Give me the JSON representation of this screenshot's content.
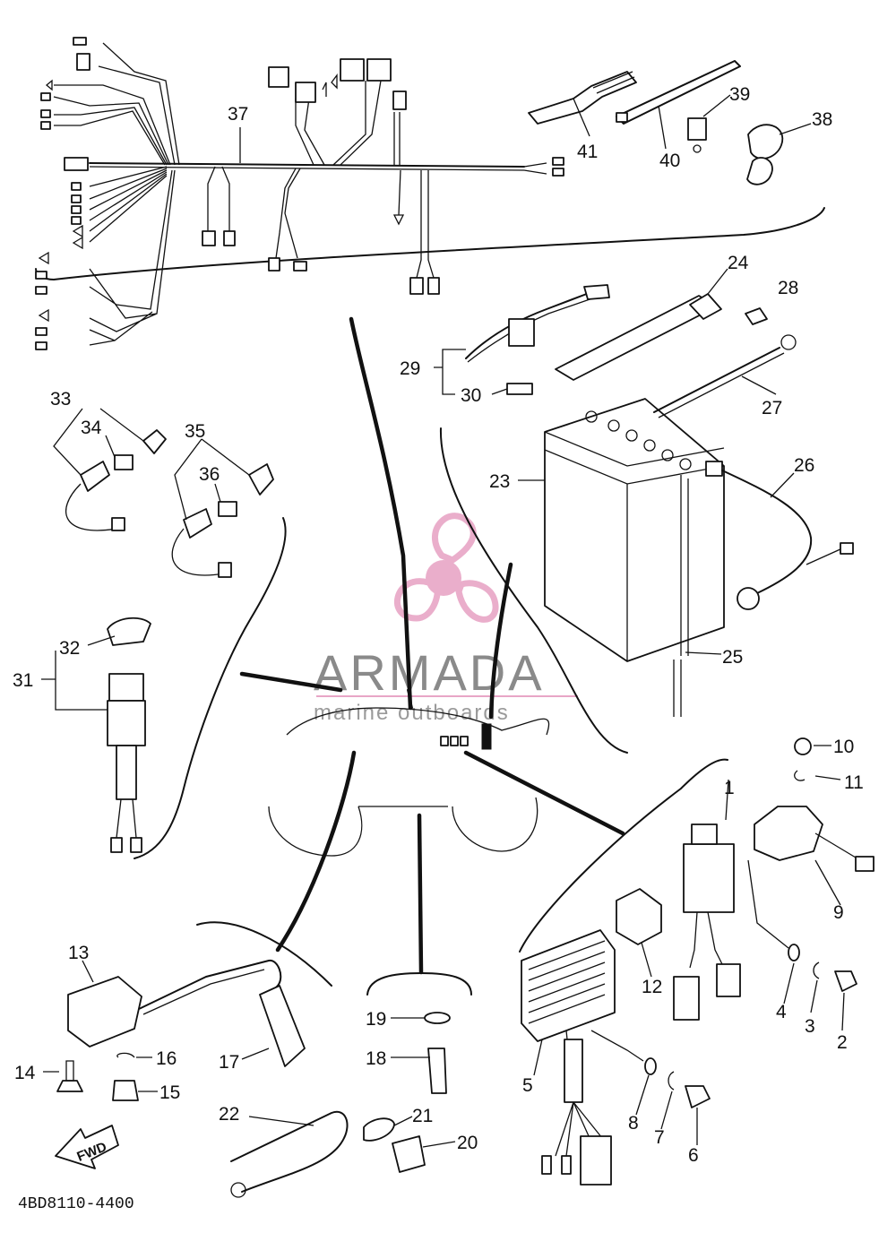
{
  "diagram": {
    "part_code": "4BD8110-4400",
    "forward_label": "FWD",
    "watermark": {
      "brand": "ARMADA",
      "tagline": "marine outboards",
      "brand_color": "#8a8a8a",
      "logo_color": "#e8a6c6"
    },
    "callouts": [
      "1",
      "2",
      "3",
      "4",
      "5",
      "6",
      "7",
      "8",
      "9",
      "10",
      "11",
      "12",
      "13",
      "14",
      "15",
      "16",
      "17",
      "18",
      "19",
      "20",
      "21",
      "22",
      "23",
      "24",
      "25",
      "26",
      "27",
      "28",
      "29",
      "30",
      "31",
      "32",
      "33",
      "34",
      "35",
      "36",
      "37",
      "38",
      "39",
      "40",
      "41"
    ]
  }
}
